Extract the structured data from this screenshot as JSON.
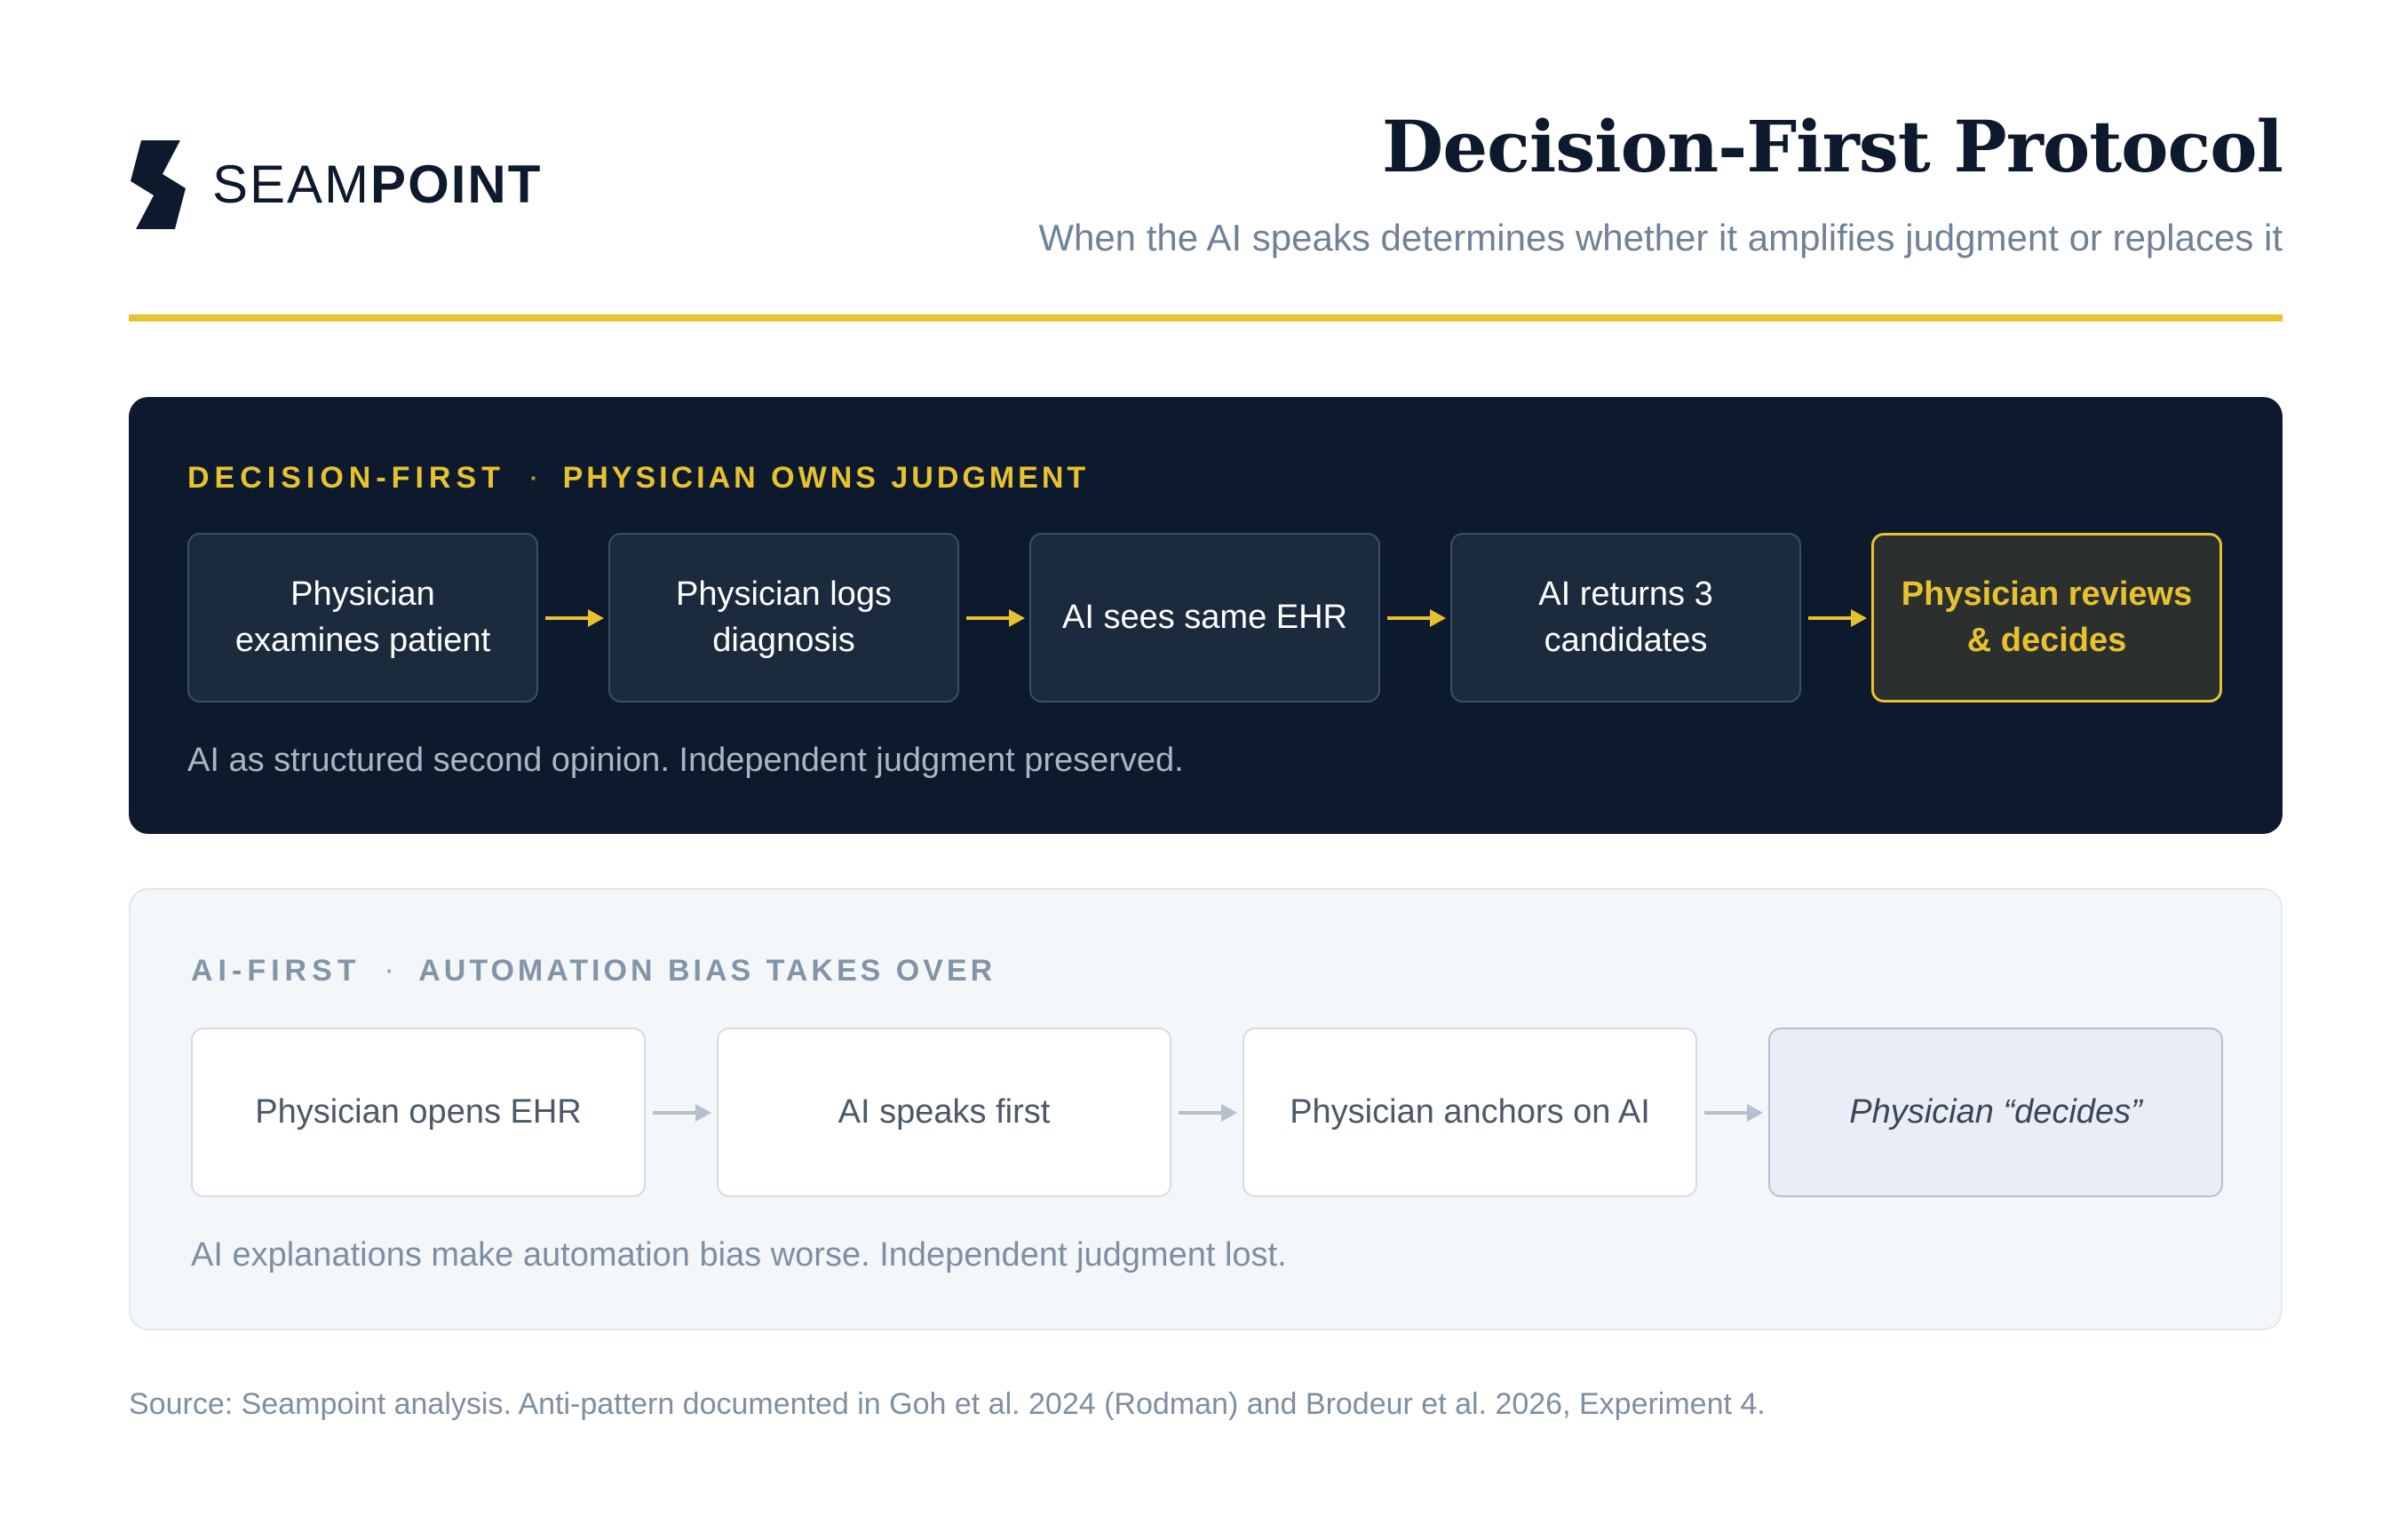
{
  "brand": {
    "name_light": "SEAM",
    "name_bold": "POINT"
  },
  "header": {
    "title": "Decision-First Protocol",
    "subtitle": "When the AI speaks determines whether it amplifies judgment or replaces it"
  },
  "colors": {
    "accent": "#e8c22e",
    "navy": "#0d1a2e",
    "muted": "#7d8fa3"
  },
  "decision_first": {
    "label": "DECISION-FIRST",
    "separator": "·",
    "sublabel": "PHYSICIAN OWNS JUDGMENT",
    "steps": [
      {
        "text": "Physician examines patient"
      },
      {
        "text": "Physician logs diagnosis"
      },
      {
        "text": "AI sees same EHR"
      },
      {
        "text": "AI returns 3 candidates"
      },
      {
        "text": "Physician reviews & decides"
      }
    ],
    "note": "AI as structured second opinion. Independent judgment preserved."
  },
  "ai_first": {
    "label": "AI-FIRST",
    "separator": "·",
    "sublabel": "AUTOMATION BIAS TAKES OVER",
    "steps": [
      {
        "text": "Physician opens EHR"
      },
      {
        "text": "AI speaks first"
      },
      {
        "text": "Physician anchors on AI"
      },
      {
        "text": "Physician “decides”"
      }
    ],
    "note": "AI explanations make automation bias worse. Independent judgment lost."
  },
  "source": "Source: Seampoint analysis. Anti-pattern documented in Goh et al. 2024 (Rodman) and Brodeur et al. 2026, Experiment 4."
}
